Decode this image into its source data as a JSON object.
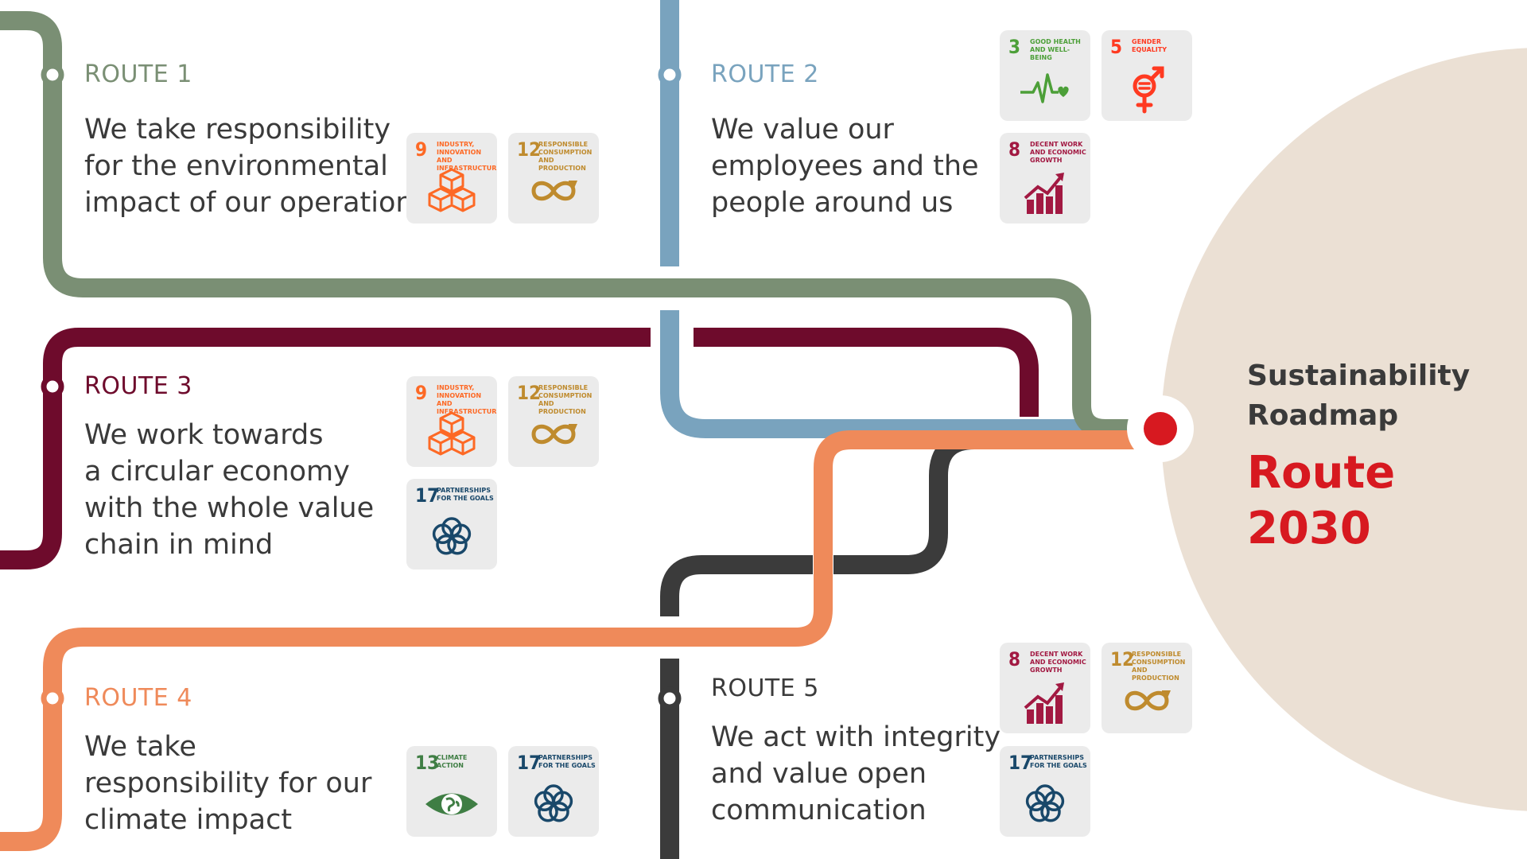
{
  "colors": {
    "route1": "#7a8f74",
    "route2": "#79a3be",
    "route3": "#6e0b2c",
    "route4": "#ef8a5a",
    "route5": "#3b3b3b",
    "accent_red": "#d71920",
    "beige": "#ebe0d4"
  },
  "title": {
    "line1": "Sustainability",
    "line2": "Roadmap",
    "route": "Route 2030"
  },
  "routes": [
    {
      "label": "ROUTE 1",
      "text": [
        "We take responsibility",
        "for the environmental",
        "impact of our operations"
      ]
    },
    {
      "label": "ROUTE 2",
      "text": [
        "We value our",
        "employees and the",
        "people around us"
      ]
    },
    {
      "label": "ROUTE 3",
      "text": [
        "We work towards",
        "a circular economy",
        "with the whole value",
        "chain in mind"
      ]
    },
    {
      "label": "ROUTE 4",
      "text": [
        "We take",
        "responsibility for our",
        "climate impact"
      ]
    },
    {
      "label": "ROUTE 5",
      "text": [
        "We act with integrity",
        "and value open",
        "communication"
      ]
    }
  ],
  "sdg": {
    "sdg3": {
      "num": "3",
      "caption": "Good health and well-being",
      "color": "#4c9f38",
      "icon": "heartbeat-icon"
    },
    "sdg5": {
      "num": "5",
      "caption": "Gender equality",
      "color": "#ff3a21",
      "icon": "gender-equality-icon"
    },
    "sdg8": {
      "num": "8",
      "caption": "Decent work and economic growth",
      "color": "#a21942",
      "icon": "growth-chart-icon"
    },
    "sdg9": {
      "num": "9",
      "caption": "Industry, innovation and infrastructure",
      "color": "#fd6925",
      "icon": "cubes-icon"
    },
    "sdg12": {
      "num": "12",
      "caption": "Responsible consumption and production",
      "color": "#bf8b2e",
      "icon": "infinity-icon"
    },
    "sdg13": {
      "num": "13",
      "caption": "Climate action",
      "color": "#3f7e44",
      "icon": "eye-globe-icon"
    },
    "sdg17": {
      "num": "17",
      "caption": "Partnerships for the goals",
      "color": "#19486a",
      "icon": "flower-rings-icon"
    }
  }
}
